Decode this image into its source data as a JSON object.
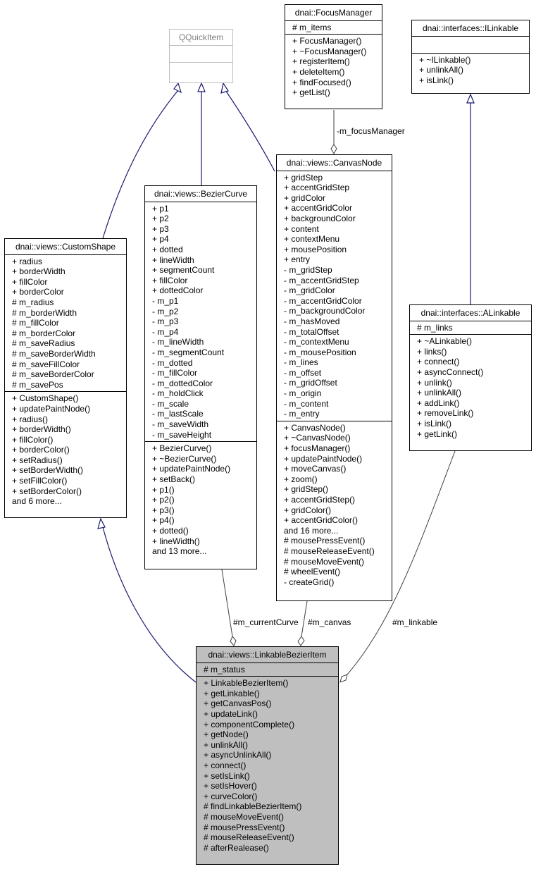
{
  "classes": {
    "qquickitem": {
      "name": "QQuickItem",
      "attributes": [],
      "operations": []
    },
    "focus_manager": {
      "name": "dnai::FocusManager",
      "attributes": [
        "# m_items"
      ],
      "operations": [
        "+ FocusManager()",
        "+ ~FocusManager()",
        "+ registerItem()",
        "+ deleteItem()",
        "+ findFocused()",
        "+ getList()"
      ]
    },
    "ilinkable": {
      "name": "dnai::interfaces::ILinkable",
      "attributes": [],
      "operations": [
        "+ ~ILinkable()",
        "+ unlinkAll()",
        "+ isLink()"
      ]
    },
    "custom_shape": {
      "name": "dnai::views::CustomShape",
      "attributes": [
        "+ radius",
        "+ borderWidth",
        "+ fillColor",
        "+ borderColor",
        "# m_radius",
        "# m_borderWidth",
        "# m_fillColor",
        "# m_borderColor",
        "# m_saveRadius",
        "# m_saveBorderWidth",
        "# m_saveFillColor",
        "# m_saveBorderColor",
        "# m_savePos"
      ],
      "operations": [
        "+ CustomShape()",
        "+ updatePaintNode()",
        "+ radius()",
        "+ borderWidth()",
        "+ fillColor()",
        "+ borderColor()",
        "+ setRadius()",
        "+ setBorderWidth()",
        "+ setFillColor()",
        "+ setBorderColor()",
        "and 6 more..."
      ]
    },
    "bezier_curve": {
      "name": "dnai::views::BezierCurve",
      "attributes": [
        "+ p1",
        "+ p2",
        "+ p3",
        "+ p4",
        "+ dotted",
        "+ lineWidth",
        "+ segmentCount",
        "+ fillColor",
        "+ dottedColor",
        "- m_p1",
        "- m_p2",
        "- m_p3",
        "- m_p4",
        "- m_lineWidth",
        "- m_segmentCount",
        "- m_dotted",
        "- m_fillColor",
        "- m_dottedColor",
        "- m_holdClick",
        "- m_scale",
        "- m_lastScale",
        "- m_saveWidth",
        "- m_saveHeight"
      ],
      "operations": [
        "+ BezierCurve()",
        "+ ~BezierCurve()",
        "+ updatePaintNode()",
        "+ setBack()",
        "+ p1()",
        "+ p2()",
        "+ p3()",
        "+ p4()",
        "+ dotted()",
        "+ lineWidth()",
        "and 13 more..."
      ]
    },
    "canvas_node": {
      "name": "dnai::views::CanvasNode",
      "attributes": [
        "+ gridStep",
        "+ accentGridStep",
        "+ gridColor",
        "+ accentGridColor",
        "+ backgroundColor",
        "+ content",
        "+ contextMenu",
        "+ mousePosition",
        "+ entry",
        "- m_gridStep",
        "- m_accentGridStep",
        "- m_gridColor",
        "- m_accentGridColor",
        "- m_backgroundColor",
        "- m_hasMoved",
        "- m_totalOffset",
        "- m_contextMenu",
        "- m_mousePosition",
        "- m_lines",
        "- m_offset",
        "- m_gridOffset",
        "- m_origin",
        "- m_content",
        "- m_entry"
      ],
      "operations": [
        "+ CanvasNode()",
        "+ ~CanvasNode()",
        "+ focusManager()",
        "+ updatePaintNode()",
        "+ moveCanvas()",
        "+ zoom()",
        "+ gridStep()",
        "+ accentGridStep()",
        "+ gridColor()",
        "+ accentGridColor()",
        "and 16 more...",
        "# mousePressEvent()",
        "# mouseReleaseEvent()",
        "# mouseMoveEvent()",
        "# wheelEvent()",
        "- createGrid()"
      ]
    },
    "alinkable": {
      "name": "dnai::interfaces::ALinkable",
      "attributes": [
        "# m_links"
      ],
      "operations": [
        "+ ~ALinkable()",
        "+ links()",
        "+ connect()",
        "+ asyncConnect()",
        "+ unlink()",
        "+ unlinkAll()",
        "+ addLink()",
        "+ removeLink()",
        "+ isLink()",
        "+ getLink()"
      ]
    },
    "linkable_bezier_item": {
      "name": "dnai::views::LinkableBezierItem",
      "attributes": [
        "# m_status"
      ],
      "operations": [
        "+ LinkableBezierItem()",
        "+ getLinkable()",
        "+ getCanvasPos()",
        "+ updateLink()",
        "+ componentComplete()",
        "+ getNode()",
        "+ unlinkAll()",
        "+ asyncUnlinkAll()",
        "+ connect()",
        "+ setIsLink()",
        "+ setIsHover()",
        "+ curveColor()",
        "# findLinkableBezierItem()",
        "# mouseMoveEvent()",
        "# mousePressEvent()",
        "# mouseReleaseEvent()",
        "# afterRealease()"
      ]
    }
  },
  "edge_labels": {
    "focus_manager": "-m_focusManager",
    "current_curve": "#m_currentCurve",
    "canvas": "#m_canvas",
    "linkable": "#m_linkable"
  },
  "colors": {
    "inheritance": "#191970",
    "association": "#404040",
    "highlight_fill": "#bfbfbf",
    "external_border": "#bfbfbf"
  }
}
